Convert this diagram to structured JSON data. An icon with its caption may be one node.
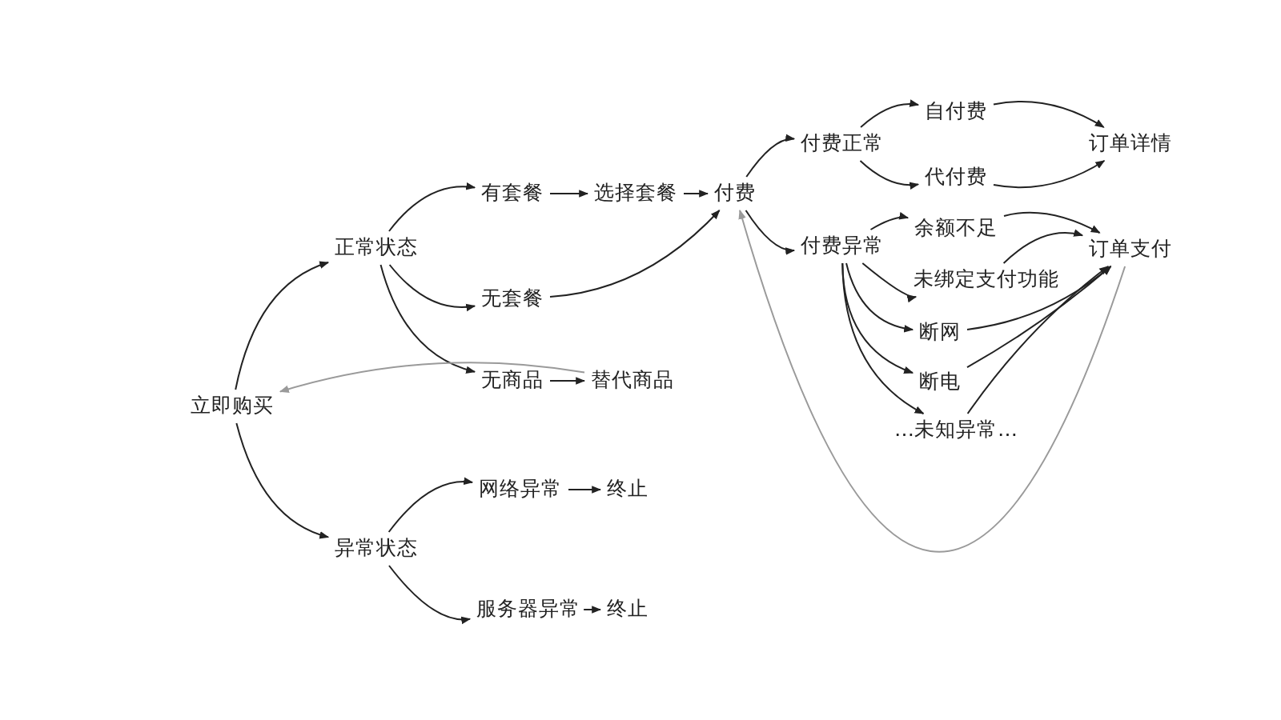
{
  "diagram": {
    "nodes": [
      {
        "text": [
          "立即购买"
        ]
      },
      {
        "text": [
          "正常状态"
        ]
      },
      {
        "text": [
          "有套餐"
        ]
      },
      {
        "text": [
          "选择套餐"
        ]
      },
      {
        "text": [
          "付费"
        ]
      },
      {
        "text": [
          "无套餐"
        ]
      },
      {
        "text": [
          "无商品"
        ]
      },
      {
        "text": [
          "替代商品"
        ]
      },
      {
        "text": [
          "异常状态"
        ]
      },
      {
        "text": [
          "网络异常"
        ]
      },
      {
        "text": [
          "终止"
        ]
      },
      {
        "text": [
          "服务器异常"
        ]
      },
      {
        "text": [
          "终止"
        ]
      },
      {
        "text": [
          "付费正常"
        ]
      },
      {
        "text": [
          "自付费"
        ]
      },
      {
        "text": [
          "代付费"
        ]
      },
      {
        "text": [
          "订单详情"
        ]
      },
      {
        "text": [
          "付费异常"
        ]
      },
      {
        "text": [
          "余额不足"
        ]
      },
      {
        "text": [
          "未绑定支付功能"
        ]
      },
      {
        "text": [
          "断网"
        ]
      },
      {
        "text": [
          "断电"
        ]
      },
      {
        "text": [
          "…未知异常…"
        ]
      },
      {
        "text": [
          "订单支付"
        ]
      }
    ],
    "edges": [
      {
        "from": 0,
        "to": 1,
        "arrow": "to"
      },
      {
        "from": 0,
        "to": 8,
        "arrow": "to"
      },
      {
        "from": 1,
        "to": 2,
        "arrow": "to"
      },
      {
        "from": 1,
        "to": 5,
        "arrow": "to"
      },
      {
        "from": 1,
        "to": 6,
        "arrow": "to"
      },
      {
        "from": 2,
        "to": 3,
        "arrow": "to"
      },
      {
        "from": 3,
        "to": 4,
        "arrow": "to"
      },
      {
        "from": 5,
        "to": 4,
        "arrow": "to"
      },
      {
        "from": 6,
        "to": 7,
        "arrow": "to"
      },
      {
        "from": 7,
        "to": 0,
        "arrow": "to",
        "color": "#9a9a9a"
      },
      {
        "from": 8,
        "to": 9,
        "arrow": "to"
      },
      {
        "from": 8,
        "to": 11,
        "arrow": "to"
      },
      {
        "from": 9,
        "to": 10,
        "arrow": "to"
      },
      {
        "from": 11,
        "to": 12,
        "arrow": "to"
      },
      {
        "from": 4,
        "to": 13,
        "arrow": "to"
      },
      {
        "from": 4,
        "to": 17,
        "arrow": "to"
      },
      {
        "from": 13,
        "to": 14,
        "arrow": "to"
      },
      {
        "from": 13,
        "to": 15,
        "arrow": "to"
      },
      {
        "from": 14,
        "to": 16,
        "arrow": "to"
      },
      {
        "from": 15,
        "to": 16,
        "arrow": "to"
      },
      {
        "from": 17,
        "to": 18,
        "arrow": "to"
      },
      {
        "from": 17,
        "to": 19,
        "arrow": "to"
      },
      {
        "from": 17,
        "to": 20,
        "arrow": "to"
      },
      {
        "from": 17,
        "to": 21,
        "arrow": "to"
      },
      {
        "from": 17,
        "to": 22,
        "arrow": "to"
      },
      {
        "from": 18,
        "to": 23,
        "arrow": "to"
      },
      {
        "from": 19,
        "to": 23,
        "arrow": "to"
      },
      {
        "from": 20,
        "to": 23,
        "arrow": "to"
      },
      {
        "from": 21,
        "to": 23,
        "arrow": "to"
      },
      {
        "from": 22,
        "to": 23,
        "arrow": "to"
      },
      {
        "from": 23,
        "to": 4,
        "arrow": "to",
        "color": "#9a9a9a"
      }
    ]
  }
}
